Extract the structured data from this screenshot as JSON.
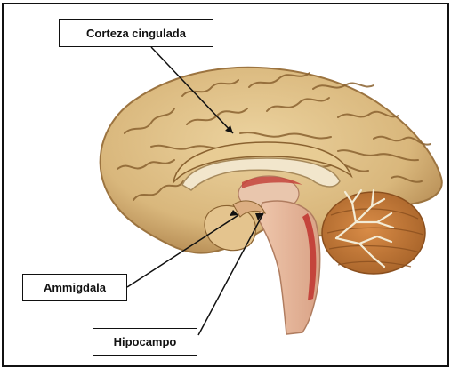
{
  "labels": {
    "cingulate_cortex": "Corteza cingulada",
    "amygdala": "Ammigdala",
    "hippocampus": "Hipocampo"
  },
  "colors": {
    "cortex": "#e2c48c",
    "cortex_shadow": "#b88f55",
    "gyri_lines": "#8a6230",
    "corpus_callosum": "#f2e6cc",
    "brainstem": "#e8b79a",
    "brainstem_red": "#c4443c",
    "cerebellum": "#c97e3c",
    "cerebellum_white": "#f3ecd6",
    "frame": "#111111"
  }
}
